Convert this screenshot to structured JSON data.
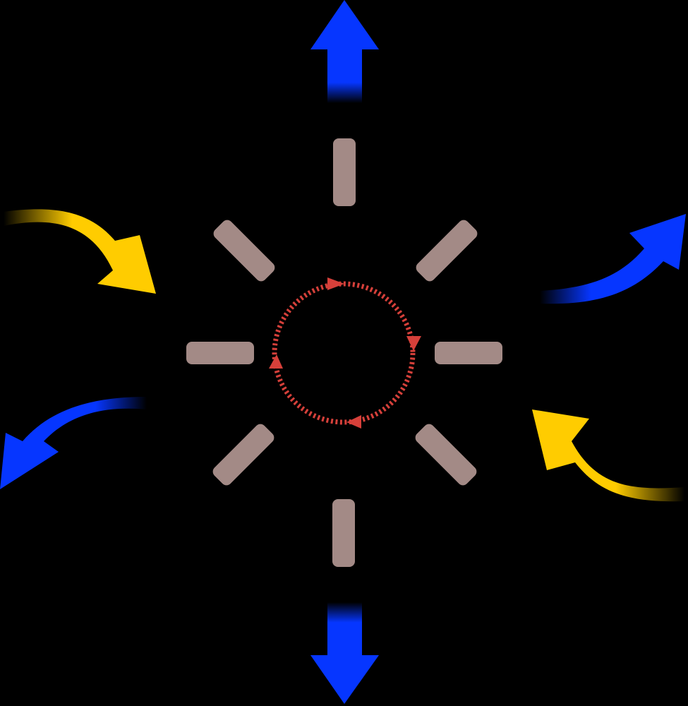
{
  "diagram": {
    "background": "#000000",
    "colors": {
      "spoke": "#a38a86",
      "cycle": "#d6403a",
      "outflow_arrow": "#0636ff",
      "inflow_arrow": "#ffcc00"
    },
    "spokes": [
      {
        "name": "spoke-north"
      },
      {
        "name": "spoke-northeast"
      },
      {
        "name": "spoke-east"
      },
      {
        "name": "spoke-southeast"
      },
      {
        "name": "spoke-south"
      },
      {
        "name": "spoke-southwest"
      },
      {
        "name": "spoke-west"
      },
      {
        "name": "spoke-northwest"
      }
    ],
    "cycle": {
      "arrowheads": 4,
      "direction": "clockwise",
      "style": "dashed"
    },
    "arrows": [
      {
        "name": "outflow-arrow-up",
        "kind": "outflow"
      },
      {
        "name": "outflow-arrow-down",
        "kind": "outflow"
      },
      {
        "name": "outflow-arrow-upper-right",
        "kind": "outflow"
      },
      {
        "name": "outflow-arrow-lower-left",
        "kind": "outflow"
      },
      {
        "name": "inflow-arrow-upper-left",
        "kind": "inflow"
      },
      {
        "name": "inflow-arrow-lower-right",
        "kind": "inflow"
      }
    ]
  }
}
